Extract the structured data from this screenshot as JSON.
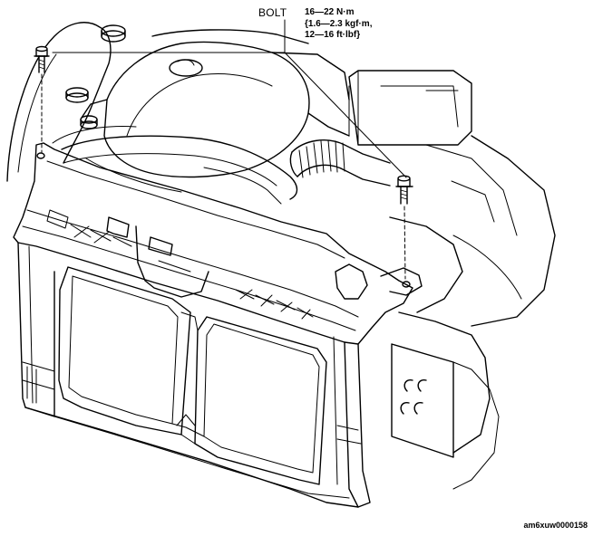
{
  "callout": {
    "part": "BOLT",
    "torque": [
      "16—22  N·m",
      "{1.6—2.3  kgf·m,",
      "12—16  ft·lbf}"
    ]
  },
  "figure_id": "am6xuw0000158"
}
